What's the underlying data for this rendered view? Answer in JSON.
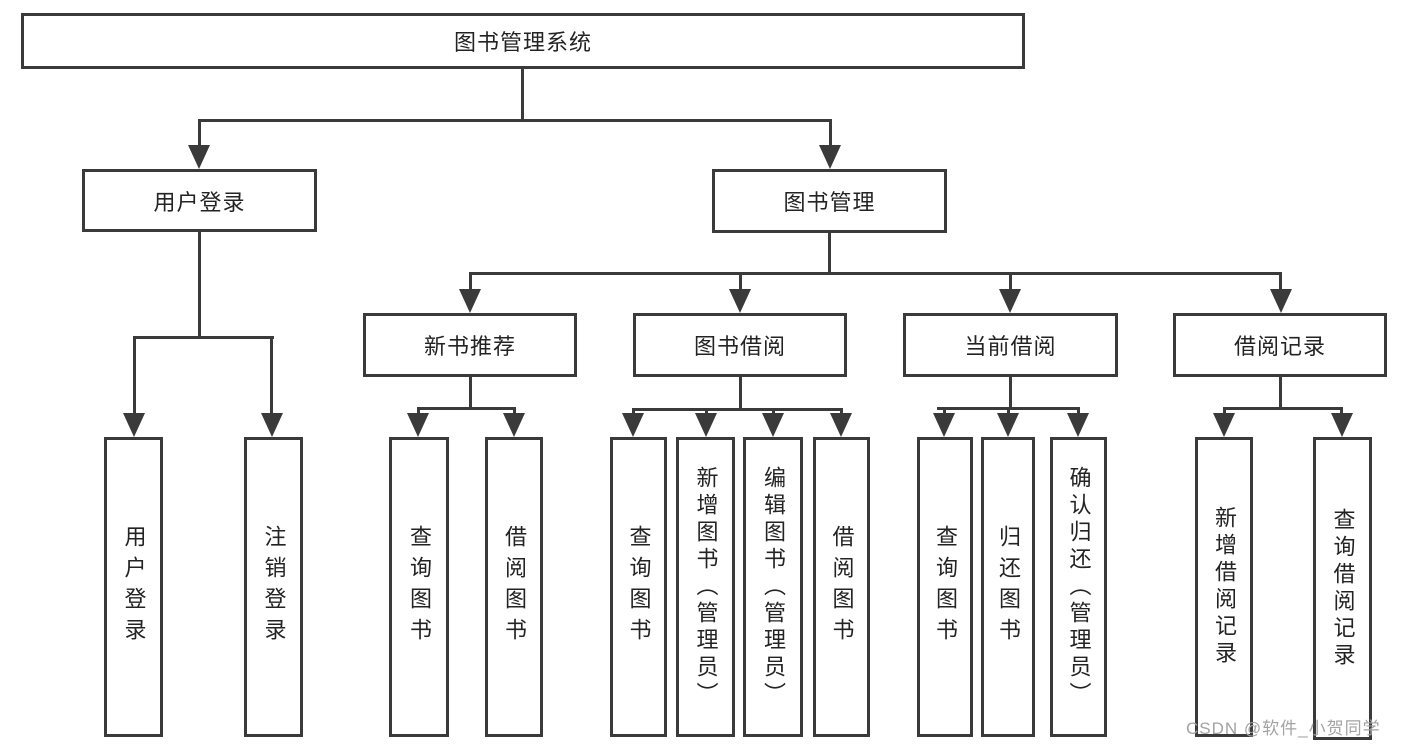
{
  "diagram": {
    "type": "tree",
    "root": {
      "label": "图书管理系统"
    },
    "branches": [
      {
        "label": "用户登录",
        "children": [
          {
            "label": "用户登录"
          },
          {
            "label": "注销登录"
          }
        ]
      },
      {
        "label": "图书管理",
        "children": [
          {
            "label": "新书推荐",
            "children": [
              {
                "label": "查询图书"
              },
              {
                "label": "借阅图书"
              }
            ]
          },
          {
            "label": "图书借阅",
            "children": [
              {
                "label": "查询图书"
              },
              {
                "label": "新增图书（管理员）"
              },
              {
                "label": "编辑图书（管理员）"
              },
              {
                "label": "借阅图书"
              }
            ]
          },
          {
            "label": "当前借阅",
            "children": [
              {
                "label": "查询图书"
              },
              {
                "label": "归还图书"
              },
              {
                "label": "确认归还（管理员）"
              }
            ]
          },
          {
            "label": "借阅记录",
            "children": [
              {
                "label": "新增借阅记录"
              },
              {
                "label": "查询借阅记录"
              }
            ]
          }
        ]
      }
    ],
    "watermark": "CSDN @软件_小贺同学",
    "colors": {
      "line": "#3a3a3a",
      "background": "#ffffff",
      "watermark": "#a3a3a3"
    }
  }
}
